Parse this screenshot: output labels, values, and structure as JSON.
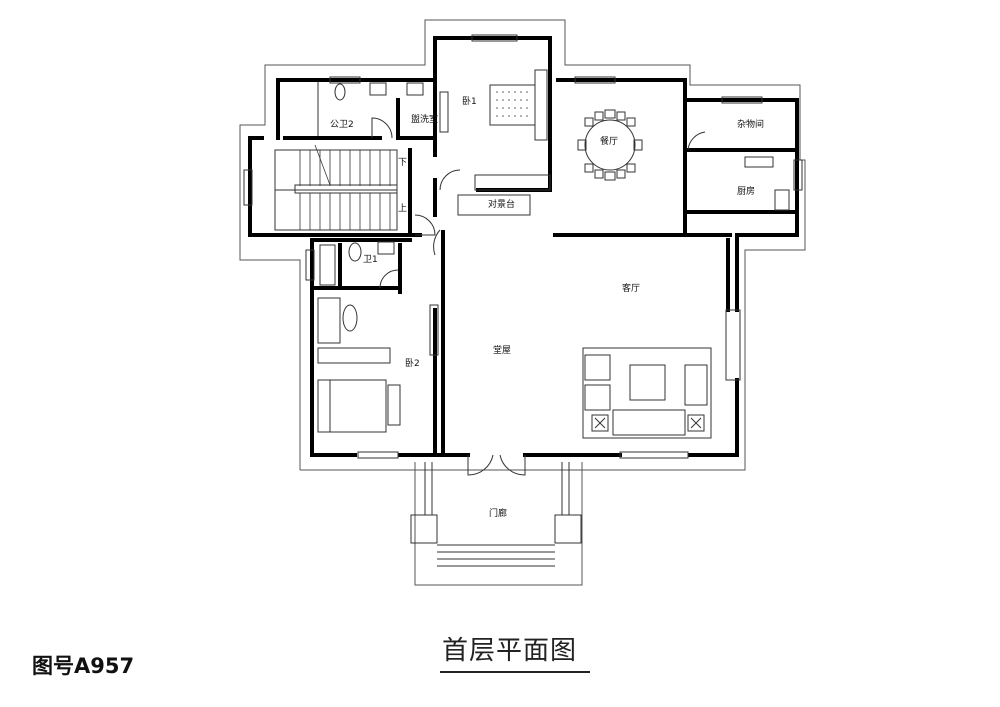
{
  "plan": {
    "title": "首层平面图",
    "drawing_number": "图号A957",
    "rooms": {
      "public_bath_2": "公卫2",
      "laundry": "盥洗室",
      "bedroom_1": "卧1",
      "dining": "餐厅",
      "storage": "杂物间",
      "kitchen": "厨房",
      "bar_counter": "对景台",
      "bath_1": "卫1",
      "living_room": "客厅",
      "hall": "堂屋",
      "bedroom_2": "卧2",
      "porch": "门廊"
    },
    "stair": {
      "down": "下",
      "up": "上"
    }
  }
}
